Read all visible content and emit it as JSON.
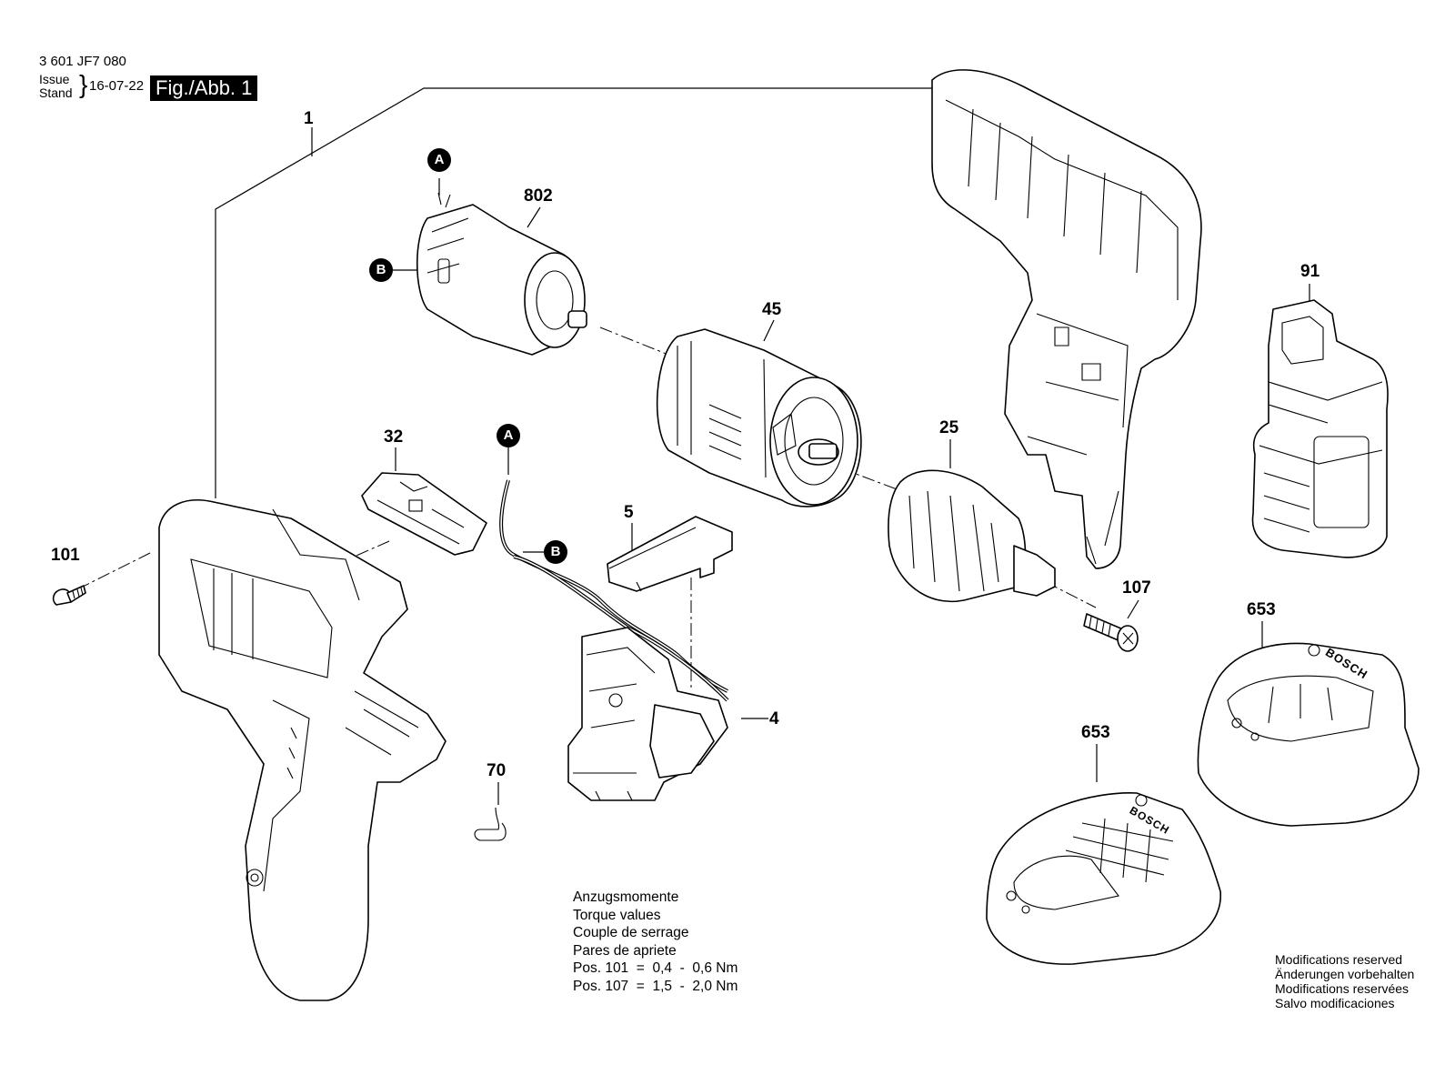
{
  "header": {
    "part_number": "3 601 JF7 080",
    "issue_label": "Issue",
    "stand_label": "Stand",
    "date": "16-07-22",
    "figure": "Fig./Abb. 1"
  },
  "callouts": {
    "p1": "1",
    "p802": "802",
    "p45": "45",
    "p91": "91",
    "p32": "32",
    "p25": "25",
    "p101": "101",
    "p5": "5",
    "p107": "107",
    "p653a": "653",
    "p4": "4",
    "p653b": "653",
    "p70": "70"
  },
  "refs": {
    "a_motor": "A",
    "b_motor": "B",
    "a_wire": "A",
    "b_wire": "B"
  },
  "torque": {
    "lines": [
      "Anzugsmomente",
      "Torque values",
      "Couple de serrage",
      "Pares de apriete",
      "Pos. 101  =  0,4  -  0,6 Nm",
      "Pos. 107  =  1,5  -  2,0 Nm"
    ]
  },
  "modifications": {
    "lines": [
      "Modifications reserved",
      "Änderungen vorbehalten",
      "Modifications reservées",
      "Salvo modificaciones"
    ]
  },
  "brand": {
    "logo_text": "BOSCH"
  }
}
